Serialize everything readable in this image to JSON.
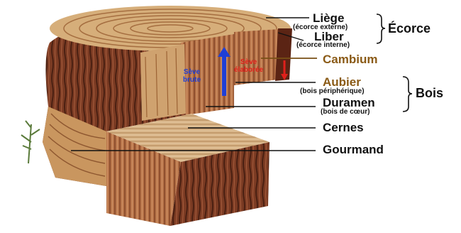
{
  "labels": {
    "liege": "Liège",
    "liege_sub": "(écorce externe)",
    "liber": "Liber",
    "liber_sub": "(écorce interne)",
    "ecorce": "Écorce",
    "cambium": "Cambium",
    "aubier": "Aubier",
    "aubier_sub": "(bois périphérique)",
    "bois": "Bois",
    "duramen": "Duramen",
    "duramen_sub": "(bois de cœur)",
    "cernes": "Cernes",
    "gourmand": "Gourmand"
  },
  "sap": {
    "brute": "Sève\nbrute",
    "elaboree": "Sève\nélaborée"
  },
  "colors": {
    "cambium": "#8a5a16",
    "aubier": "#8a5a16",
    "sap_brute": "#1f3fd6",
    "sap_elaboree": "#e0201b",
    "bark": "#7a3a22",
    "wood_light": "#d9b98a",
    "wood_dark": "#a8643a"
  }
}
